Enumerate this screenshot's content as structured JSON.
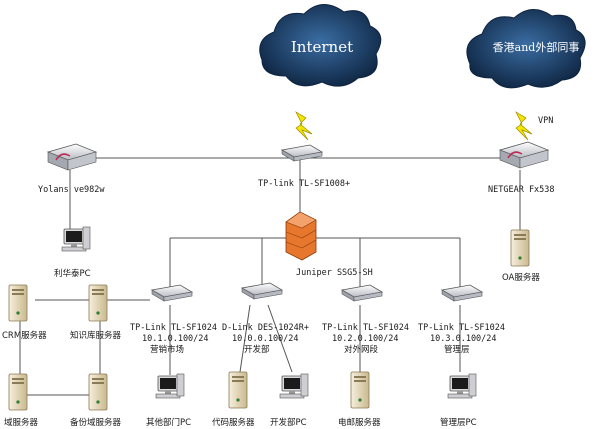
{
  "clouds": {
    "internet": "Internet",
    "hk": "香港and外部同事"
  },
  "vpn_label": "VPN",
  "devices": {
    "router_left": "Yolans ve982w",
    "core_switch": "TP-link TL-SF1008+",
    "netgear": "NETGEAR Fx538",
    "firewall": "Juniper SSG5-SH",
    "pc_lihuatai": "利华泰PC",
    "oa_server": "OA服务器",
    "crm_server": "CRM服务器",
    "kb_server": "知识库服务器",
    "domain_server": "域服务器",
    "backup_domain_server": "备份域服务器",
    "sw_marketing": [
      "TP-Link TL-SF1024",
      "10.1.0.100/24",
      "营销市场"
    ],
    "sw_dev": [
      "D-Link DES-1024R+",
      "10.0.0.100/24",
      "开发部"
    ],
    "sw_external": [
      "TP-Link TL-SF1024",
      "10.2.0.100/24",
      "对外网段"
    ],
    "sw_mgmt": [
      "TP-Link TL-SF1024",
      "10.3.0.100/24",
      "管理层"
    ],
    "pc_other": "其他部门PC",
    "code_server": "代码服务器",
    "pc_dev": "开发部PC",
    "telecom_server": "电邮服务器",
    "pc_mgmt": "管理层PC"
  },
  "colors": {
    "cloud": "#1f3f66",
    "bolt": "#f5e400",
    "firewall": "#e8772e",
    "device": "#e7e7ea",
    "server": "#efe4c9"
  }
}
